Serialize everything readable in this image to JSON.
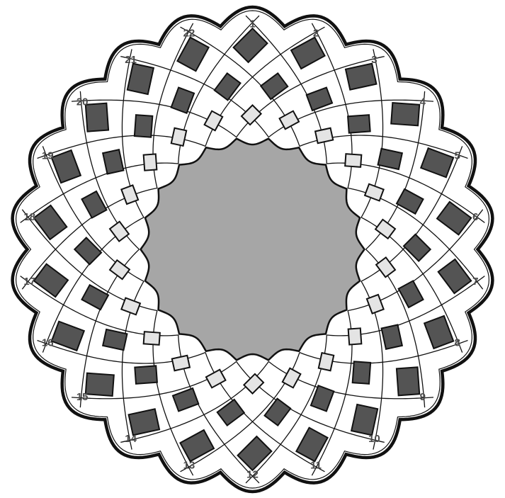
{
  "board": {
    "type": "circular-weave-board",
    "sectors": 22,
    "labels": [
      "1",
      "2",
      "3",
      "4",
      "5",
      "6",
      "7",
      "8",
      "9",
      "10",
      "11",
      "12",
      "13",
      "14",
      "15",
      "16",
      "17",
      "18",
      "19",
      "20",
      "21",
      "22"
    ],
    "center_fill": "#a6a6a6",
    "board_fill": "#ffffff",
    "line_color": "#111111",
    "square_colors": {
      "dark": "#545454",
      "light": "#e4e4e4"
    }
  }
}
